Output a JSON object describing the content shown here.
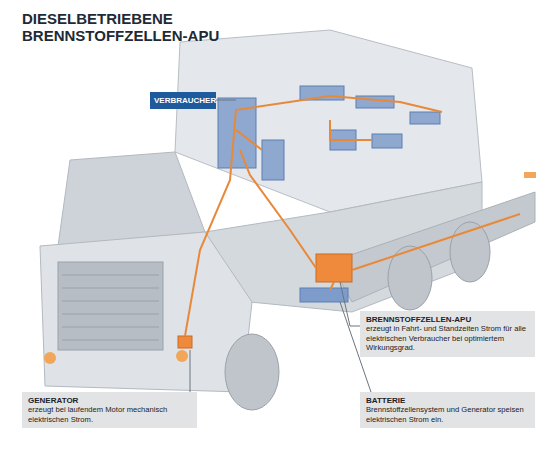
{
  "diagram": {
    "title": "DIESELBETRIEBENE BRENNSTOFFZELLEN-APU",
    "nodes": [
      {
        "text": [
          "VERBRAUCHER"
        ]
      },
      {
        "text": [
          "BRENNSTOFFZELLEN-APU",
          "erzeugt in Fahrt- und Standzeiten Strom für alle elektrischen Verbraucher bei optimiertem Wirkungsgrad."
        ]
      },
      {
        "text": [
          "GENERATOR",
          "erzeugt bei laufendem Motor mechanisch elektrischen Strom."
        ]
      },
      {
        "text": [
          "BATTERIE",
          "Brennstoffzellensystem und Generator speisen elektrischen Strom ein."
        ]
      }
    ]
  }
}
